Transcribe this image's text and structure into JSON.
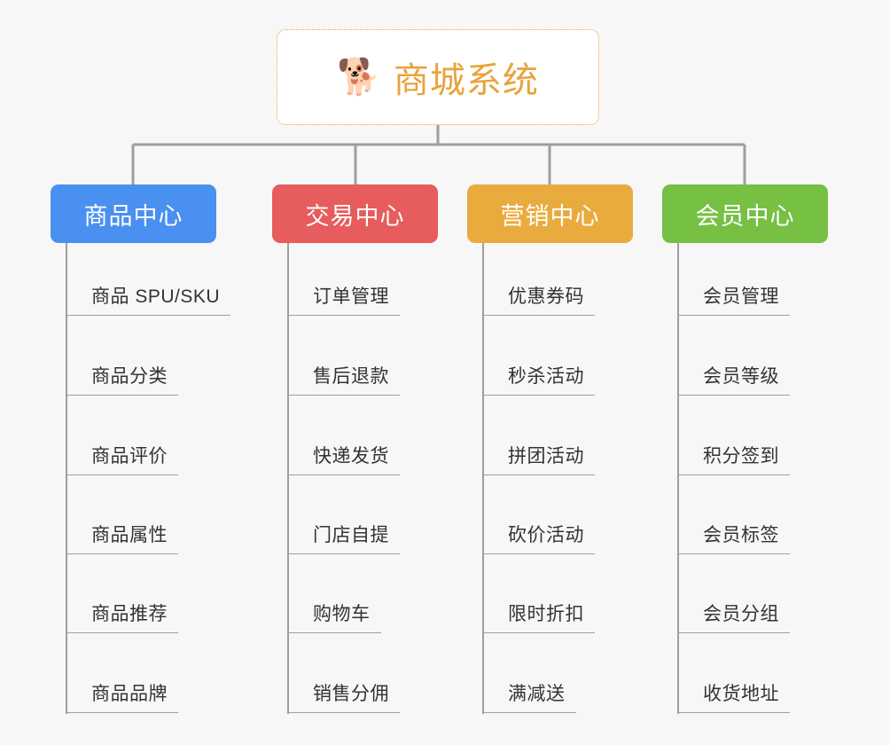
{
  "diagram": {
    "title": "商城系统",
    "background_color": "#f7f7f7",
    "connector_color": "#9e9e9e",
    "root": {
      "label": "商城系统",
      "icon": "shiba-dog-face-icon",
      "icon_glyph": "🐕",
      "text_color": "#e8a33d",
      "border_color": "#e8a33d",
      "background_color": "#ffffff"
    },
    "branches": [
      {
        "label": "商品中心",
        "color": "#4a90f0",
        "key": "product-center",
        "items": [
          "商品 SPU/SKU",
          "商品分类",
          "商品评价",
          "商品属性",
          "商品推荐",
          "商品品牌"
        ]
      },
      {
        "label": "交易中心",
        "color": "#e75c5c",
        "key": "trade-center",
        "items": [
          "订单管理",
          "售后退款",
          "快递发货",
          "门店自提",
          "购物车",
          "销售分佣"
        ]
      },
      {
        "label": "营销中心",
        "color": "#eaab3e",
        "key": "marketing-center",
        "items": [
          "优惠券码",
          "秒杀活动",
          "拼团活动",
          "砍价活动",
          "限时折扣",
          "满减送"
        ]
      },
      {
        "label": "会员中心",
        "color": "#76c044",
        "key": "member-center",
        "items": [
          "会员管理",
          "会员等级",
          "积分签到",
          "会员标签",
          "会员分组",
          "收货地址"
        ]
      }
    ]
  }
}
